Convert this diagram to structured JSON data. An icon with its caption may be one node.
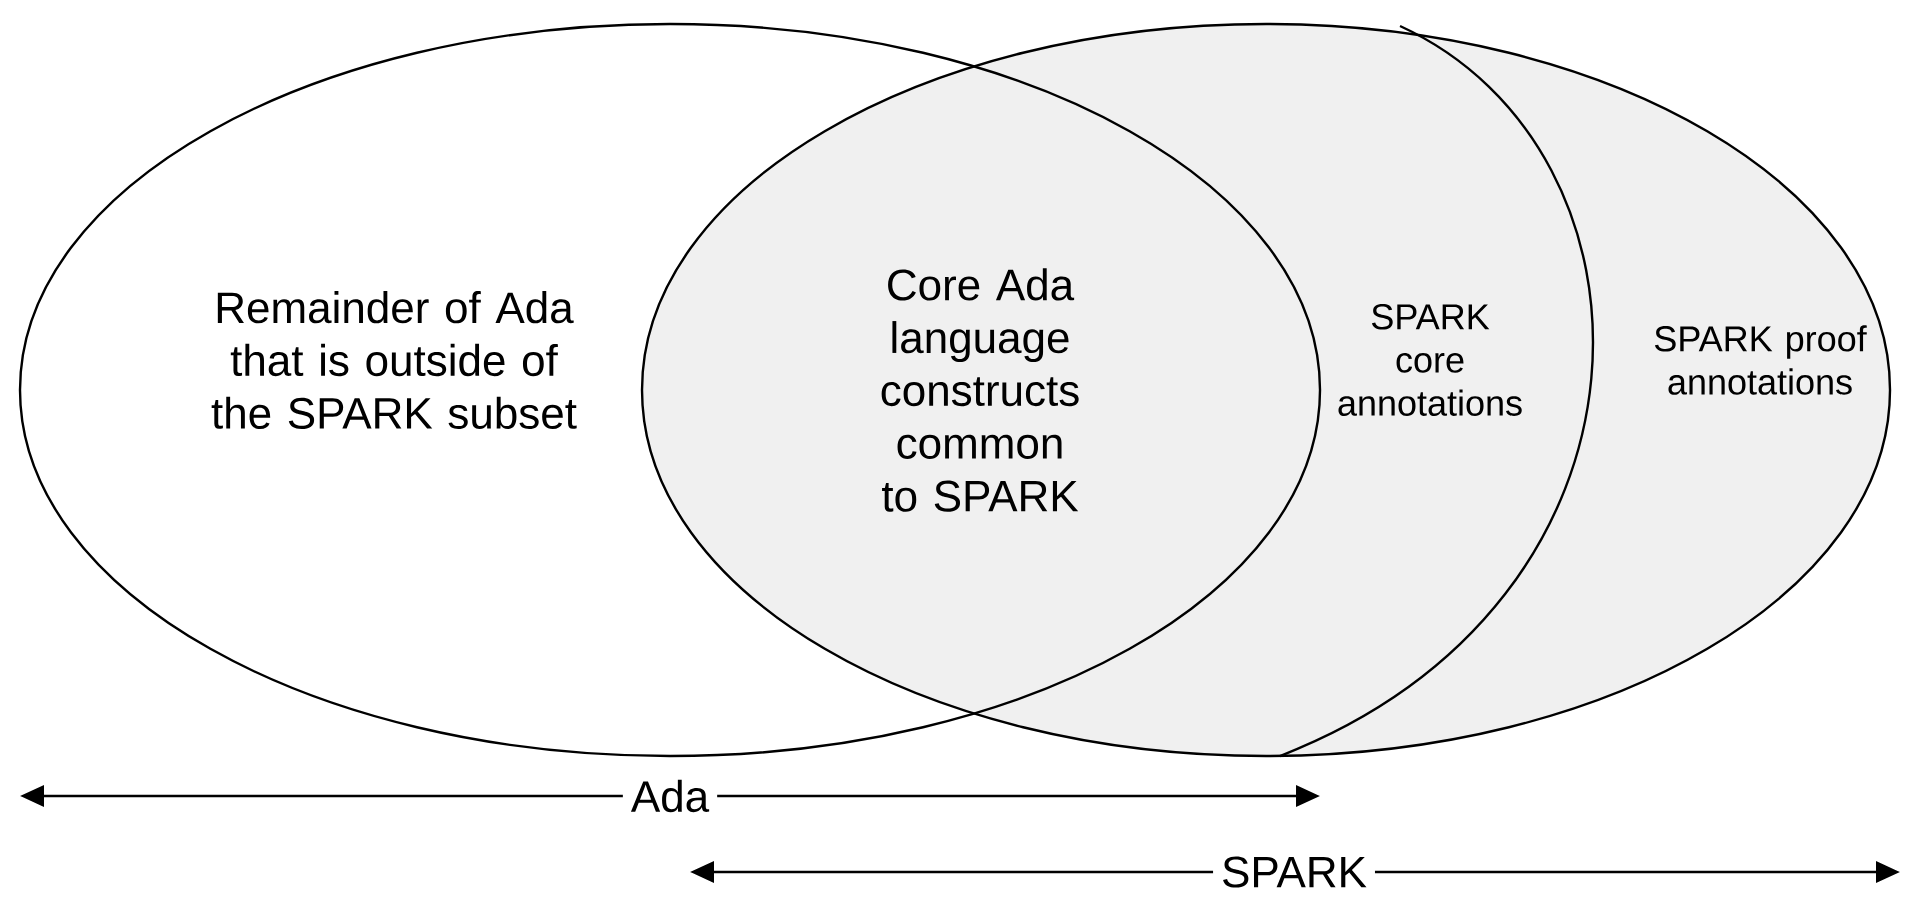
{
  "diagram": {
    "nodes": [
      {
        "text": [
          "Remainder of Ada that is outside of the SPARK subset"
        ]
      },
      {
        "text": [
          "Core Ada language constructs common to SPARK"
        ]
      },
      {
        "text": [
          "SPARK core annotations"
        ],
        "in": 1
      },
      {
        "text": [
          "SPARK proof annotations"
        ],
        "in": 1
      }
    ],
    "edges": [],
    "labels": [
      "Ada",
      "SPARK"
    ]
  }
}
